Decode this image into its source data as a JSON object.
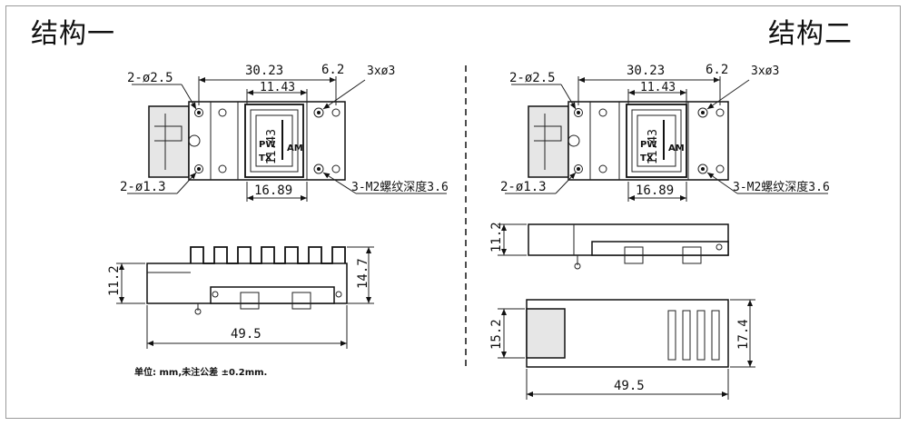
{
  "titles": {
    "left": "结构一",
    "right": "结构二"
  },
  "labels": {
    "hole_d25": "2-ø2.5",
    "hole_d13": "2-ø1.3",
    "hole_3xd3": "3xø3",
    "thread": "3-M2螺纹深度3.6",
    "note": "单位: mm,未注公差 ±0.2mm.",
    "chip_text": "11.43",
    "chip_mark_a": "PW",
    "chip_mark_b": "AM",
    "chip_mark_c": "TX"
  },
  "dims": {
    "width_total": "30.23",
    "offset": "6.2",
    "inner": "11.43",
    "bottom": "16.89",
    "height_a": "11.2",
    "height_b": "14.7",
    "length": "49.5",
    "height_c": "15.2",
    "height_d": "17.4"
  }
}
